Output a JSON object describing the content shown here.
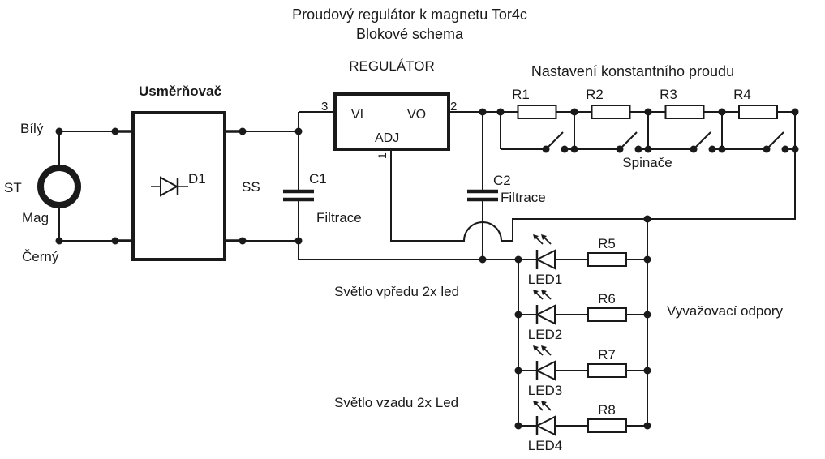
{
  "title": {
    "line1": "Proudový regulátor k magnetu Tor4c",
    "line2": "Blokové schema"
  },
  "source": {
    "symbol": "ST",
    "top_wire": "Bílý",
    "coil_label": "Mag",
    "bottom_wire": "Černý"
  },
  "rectifier": {
    "title": "Usměrňovač",
    "diode": "D1",
    "output_label": "SS"
  },
  "c1": {
    "name": "C1",
    "desc": "Filtrace"
  },
  "regulator": {
    "title": "REGULÁTOR",
    "vi": "VI",
    "vo": "VO",
    "adj": "ADJ",
    "pin_in": "3",
    "pin_out": "2",
    "pin_adj": "1"
  },
  "c2": {
    "name": "C2",
    "desc": "Filtrace"
  },
  "current_setting": {
    "title": "Nastavení konstantního proudu",
    "resistors": [
      "R1",
      "R2",
      "R3",
      "R4"
    ],
    "switches_label": "Spinače"
  },
  "leds": {
    "front_label": "Světlo vpředu 2x led",
    "rear_label": "Světlo vzadu 2x Led",
    "items": [
      {
        "led": "LED1",
        "resistor": "R5"
      },
      {
        "led": "LED2",
        "resistor": "R6"
      },
      {
        "led": "LED3",
        "resistor": "R7"
      },
      {
        "led": "LED4",
        "resistor": "R8"
      }
    ],
    "balance_label": "Vyvažovací odpory"
  }
}
